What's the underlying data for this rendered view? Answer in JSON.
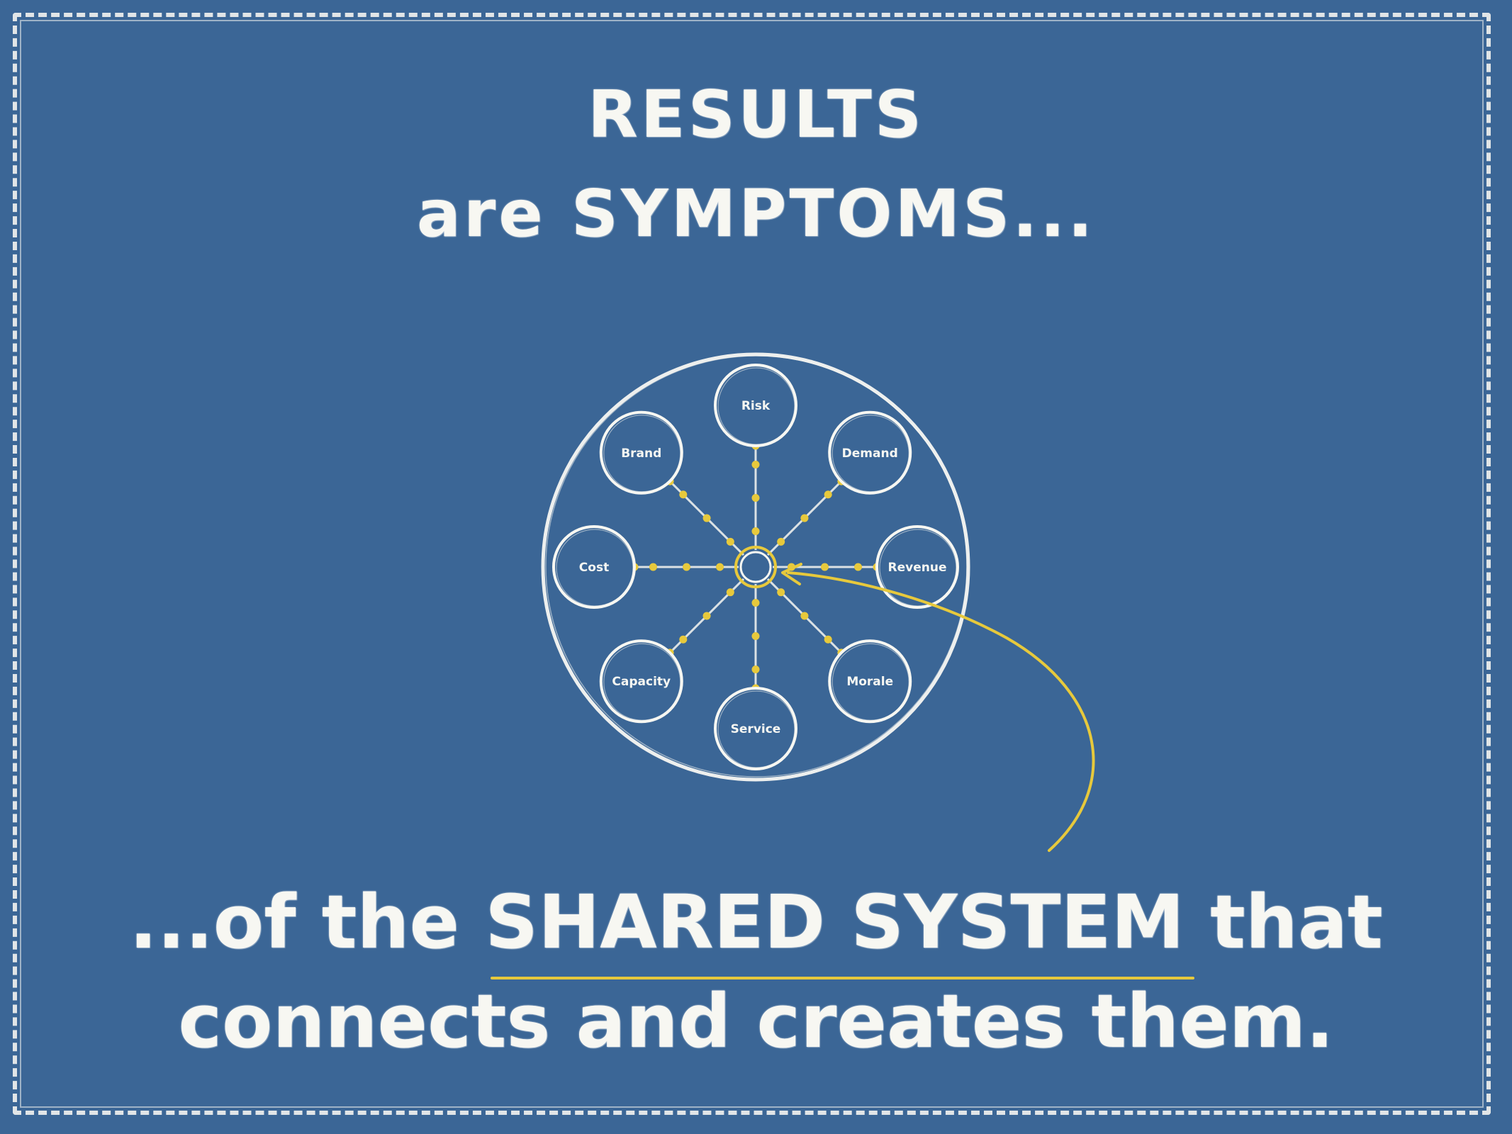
{
  "headline": {
    "line1": "RESULTS",
    "line2": "are SYMPTOMS..."
  },
  "conclusion": {
    "line1_before": "...of the ",
    "line1_emphasis": "SHARED SYSTEM",
    "line1_after": " that",
    "line2": "connects and creates them."
  },
  "diagram": {
    "nodes": [
      {
        "label": "Risk"
      },
      {
        "label": "Demand"
      },
      {
        "label": "Revenue"
      },
      {
        "label": "Morale"
      },
      {
        "label": "Service"
      },
      {
        "label": "Capacity"
      },
      {
        "label": "Cost"
      },
      {
        "label": "Brand"
      }
    ]
  },
  "colors": {
    "background": "#3b6696",
    "chalk": "#f7f7f2",
    "accent": "#e7c93c"
  }
}
